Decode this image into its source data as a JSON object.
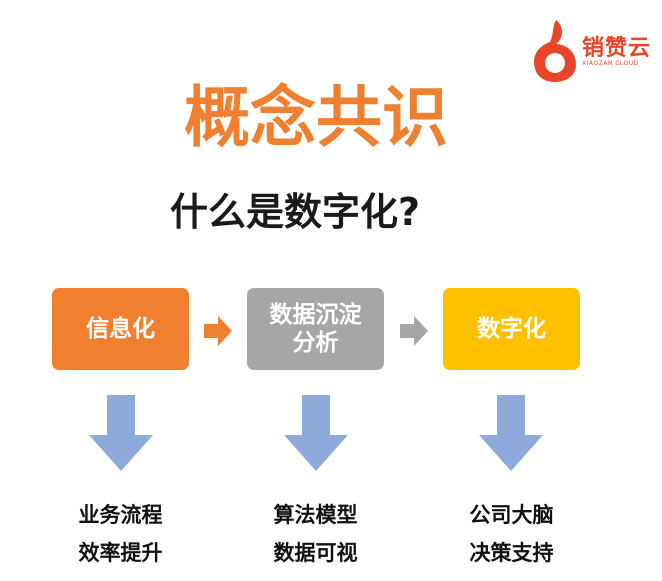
{
  "logo": {
    "name": "销赞云",
    "sub": "XIAOZAN CLOUD",
    "color": "#e8452a"
  },
  "title": "概念共识",
  "subtitle": "什么是数字化?",
  "colors": {
    "title": "#f07f30",
    "orange": "#f07f30",
    "gray": "#a6a6a6",
    "yellow": "#ffc000",
    "down_arrow": "#8eaadb"
  },
  "steps": [
    {
      "label": "信息化",
      "color": "#f07f30",
      "captions": [
        "业务流程",
        "效率提升"
      ]
    },
    {
      "label": "数据沉淀分析",
      "color": "#a6a6a6",
      "captions": [
        "算法模型",
        "数据可视"
      ]
    },
    {
      "label": "数字化",
      "color": "#ffc000",
      "captions": [
        "公司大脑",
        "决策支持"
      ]
    }
  ],
  "connectors": [
    {
      "color": "#f07f30"
    },
    {
      "color": "#a6a6a6"
    }
  ]
}
